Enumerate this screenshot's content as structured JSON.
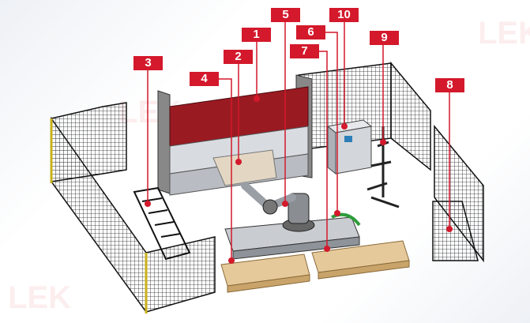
{
  "title": "Robotic press brake bending cell layout",
  "watermark": "LEK",
  "callouts": [
    {
      "id": "1",
      "label": "1"
    },
    {
      "id": "2",
      "label": "2"
    },
    {
      "id": "3",
      "label": "3"
    },
    {
      "id": "4",
      "label": "4"
    },
    {
      "id": "5",
      "label": "5"
    },
    {
      "id": "6",
      "label": "6"
    },
    {
      "id": "7",
      "label": "7"
    },
    {
      "id": "8",
      "label": "8"
    },
    {
      "id": "9",
      "label": "9"
    },
    {
      "id": "10",
      "label": "10"
    }
  ],
  "colors": {
    "accent": "#d3192b",
    "fence": "#1c1c1c",
    "press": "#9a1a22",
    "wood": "#e6c99a",
    "machine": "#c9ccd1"
  }
}
